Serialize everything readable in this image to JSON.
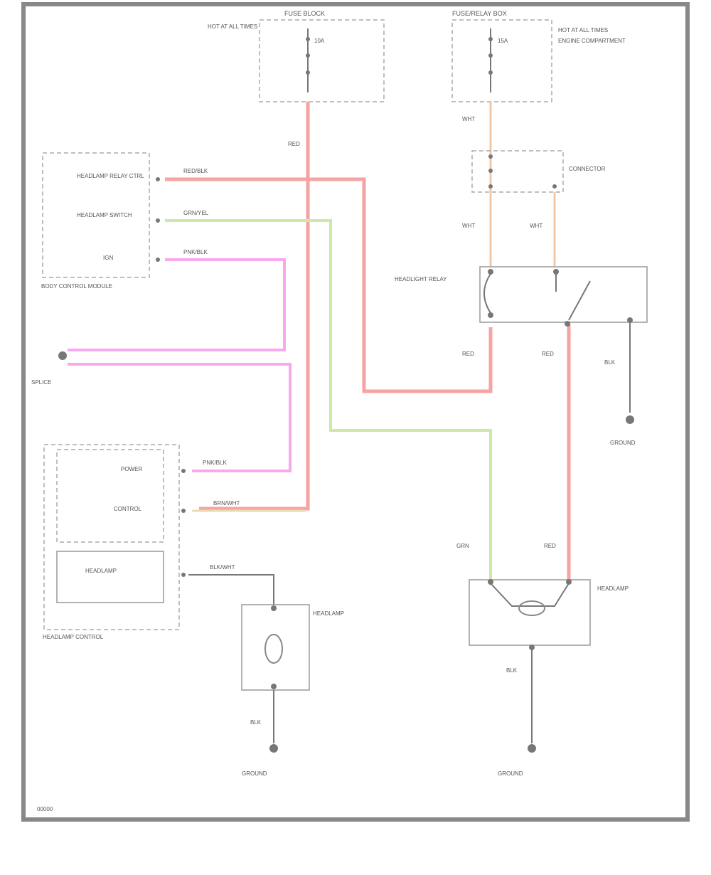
{
  "labels": {
    "fuse_box_top_left": "FUSE BLOCK",
    "fuse_box_top_right": "FUSE/RELAY BOX",
    "fuse_left_desc": "HOT AT ALL TIMES",
    "fuse_left_id": "10A",
    "fuse_right_desc": "HOT AT ALL TIMES",
    "fuse_right_id": "15A",
    "fuse_right_side_note": "ENGINE COMPARTMENT",
    "wire_top_left": "RED",
    "wire_top_right": "WHT",
    "connector_top_right": "CONNECTOR",
    "wire_mid_right_a": "WHT",
    "wire_mid_right_b": "WHT",
    "relay_label": "HEADLIGHT RELAY",
    "relay_ground_wire": "BLK",
    "ground_right": "GROUND",
    "wire_relay_out_a": "RED",
    "wire_relay_out_b": "RED",
    "left_module_label": "BODY CONTROL MODULE",
    "left_module_pin_1": "HEADLAMP RELAY CTRL",
    "left_module_pin_2": "HEADLAMP SWITCH",
    "left_module_pin_3": "IGN",
    "wire_left_1": "RED/BLK",
    "wire_left_2": "GRN/YEL",
    "wire_left_3": "PNK/BLK",
    "splice_label": "SPLICE",
    "lower_module_label": "HEADLAMP CONTROL",
    "lower_module_pin_1": "POWER",
    "lower_module_pin_2": "CONTROL",
    "lower_module_pin_3": "HEADLAMP",
    "wire_lower_1": "PNK/BLK",
    "wire_lower_2": "BRN/WHT",
    "wire_lower_3": "BLK/WHT",
    "lamp_label": "HEADLAMP",
    "lamp_ground_wire": "BLK",
    "ground_bottom_left": "GROUND",
    "right_lamp_label": "HEADLAMP",
    "right_lamp_wire": "BLK",
    "right_lamp_ground": "GROUND",
    "wire_right_bottom_a": "GRN",
    "wire_right_bottom_b": "RED",
    "footer_code": "00000"
  }
}
